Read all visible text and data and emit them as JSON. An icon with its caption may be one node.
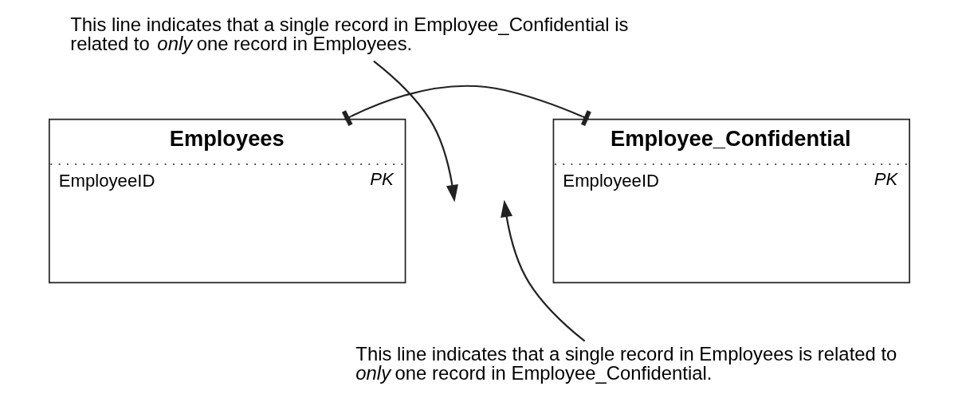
{
  "diagram": {
    "nodes": [
      {
        "text": [
          "Employees",
          "EmployeeID",
          "PK"
        ]
      },
      {
        "text": [
          "Employee_Confidential",
          "EmployeeID",
          "PK"
        ]
      },
      {
        "text": [
          "This line indicates that a single record in Employee_Confidential is related to *only* one record in Employees."
        ]
      },
      {
        "text": [
          "This line indicates that a single record in Employees is related to *only* one record in Employee_Confidential."
        ]
      }
    ],
    "edges": [
      {
        "from": 0,
        "to": 1,
        "arrow": "other"
      },
      {
        "from": 2,
        "to": null,
        "arrow": "to"
      },
      {
        "from": 3,
        "to": null,
        "arrow": "to"
      }
    ]
  }
}
